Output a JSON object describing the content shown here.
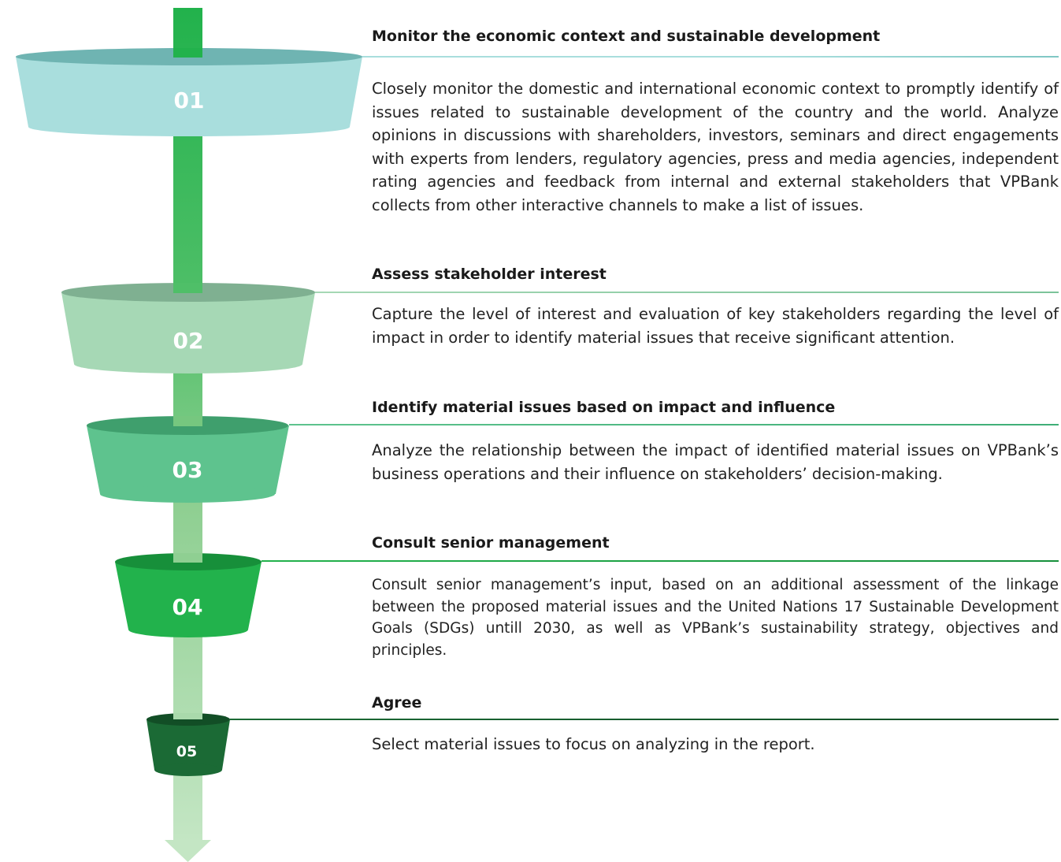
{
  "colors": {
    "stage1": "#a9dedd",
    "stage2": "#a6d8b5",
    "stage3": "#5ec38e",
    "stage4": "#22b24c",
    "stage5": "#1b6a35",
    "stem_top": "#22b24c",
    "stem_bottom": "#c4e6c4"
  },
  "stages": [
    {
      "number": "01",
      "title": "Monitor the economic context and sustainable development",
      "description": "Closely monitor the domestic and international economic context to promptly identify of issues related to sustainable development of the country and the world. Analyze opinions in discussions with shareholders, investors, seminars and direct engagements with experts from lenders, regulatory agencies, press and media agencies, independent rating agencies and feedback from internal and external stakeholders that VPBank collects from other interactive channels to make a list of issues."
    },
    {
      "number": "02",
      "title": "Assess stakeholder interest",
      "description": "Capture the level of interest and evaluation of key stakeholders regarding the level of impact in order to identify material issues that receive significant attention."
    },
    {
      "number": "03",
      "title": "Identify material issues based on impact and influence",
      "description": "Analyze the relationship between the impact of identified material issues on VPBank’s business operations and their influence on stakeholders’ decision-making."
    },
    {
      "number": "04",
      "title": "Consult senior management",
      "description": "Consult senior management’s input, based on an additional assessment of the linkage between the proposed material issues and the United Nations 17 Sustainable Development Goals (SDGs) untill 2030, as well as VPBank’s sustainability strategy, objectives and principles."
    },
    {
      "number": "05",
      "title": "Agree",
      "description": "Select material issues to focus on analyzing in the report."
    }
  ]
}
